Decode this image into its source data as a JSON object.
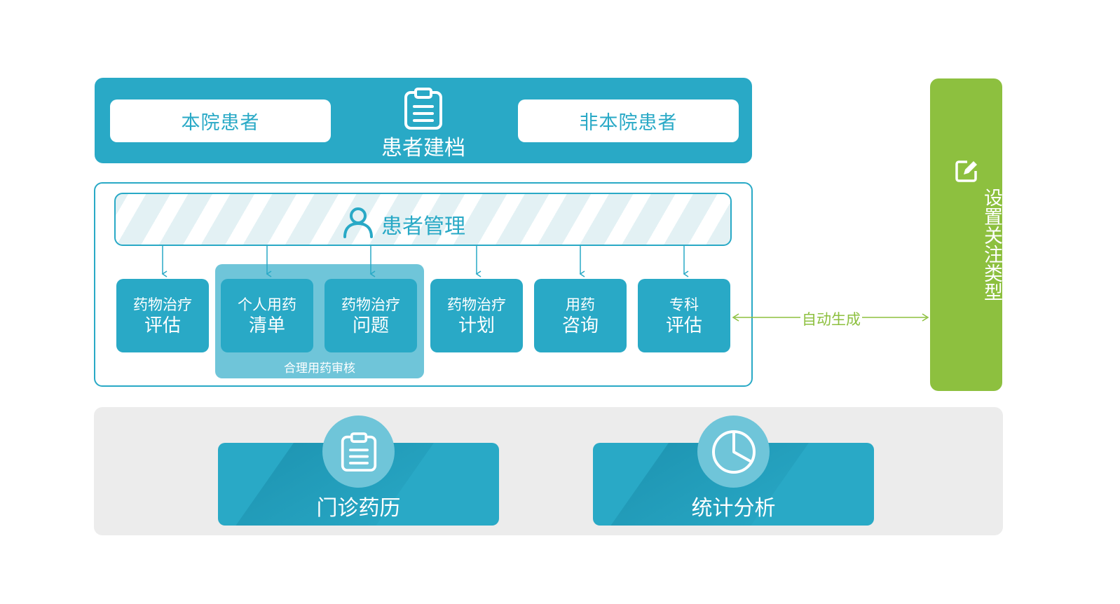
{
  "archive": {
    "title": "患者建档",
    "local_patient": "本院患者",
    "external_patient": "非本院患者"
  },
  "management": {
    "title": "患者管理",
    "review_group_label": "合理用药审核",
    "functions": [
      {
        "line1": "药物治疗",
        "line2": "评估"
      },
      {
        "line1": "个人用药",
        "line2": "清单"
      },
      {
        "line1": "药物治疗",
        "line2": "问题"
      },
      {
        "line1": "药物治疗",
        "line2": "计划"
      },
      {
        "line1": "用药",
        "line2": "咨询"
      },
      {
        "line1": "专科",
        "line2": "评估"
      }
    ]
  },
  "auto_generate_label": "自动生成",
  "focus": {
    "title": "设置关注类型"
  },
  "bottom": {
    "outpatient_record": "门诊药历",
    "statistics": "统计分析"
  },
  "colors": {
    "primary": "#29a9c6",
    "light": "#6fc5d9",
    "green": "#8dc03f",
    "gray": "#ececec"
  },
  "icons": [
    "clipboard-icon",
    "person-icon",
    "edit-icon",
    "pie-chart-icon"
  ]
}
